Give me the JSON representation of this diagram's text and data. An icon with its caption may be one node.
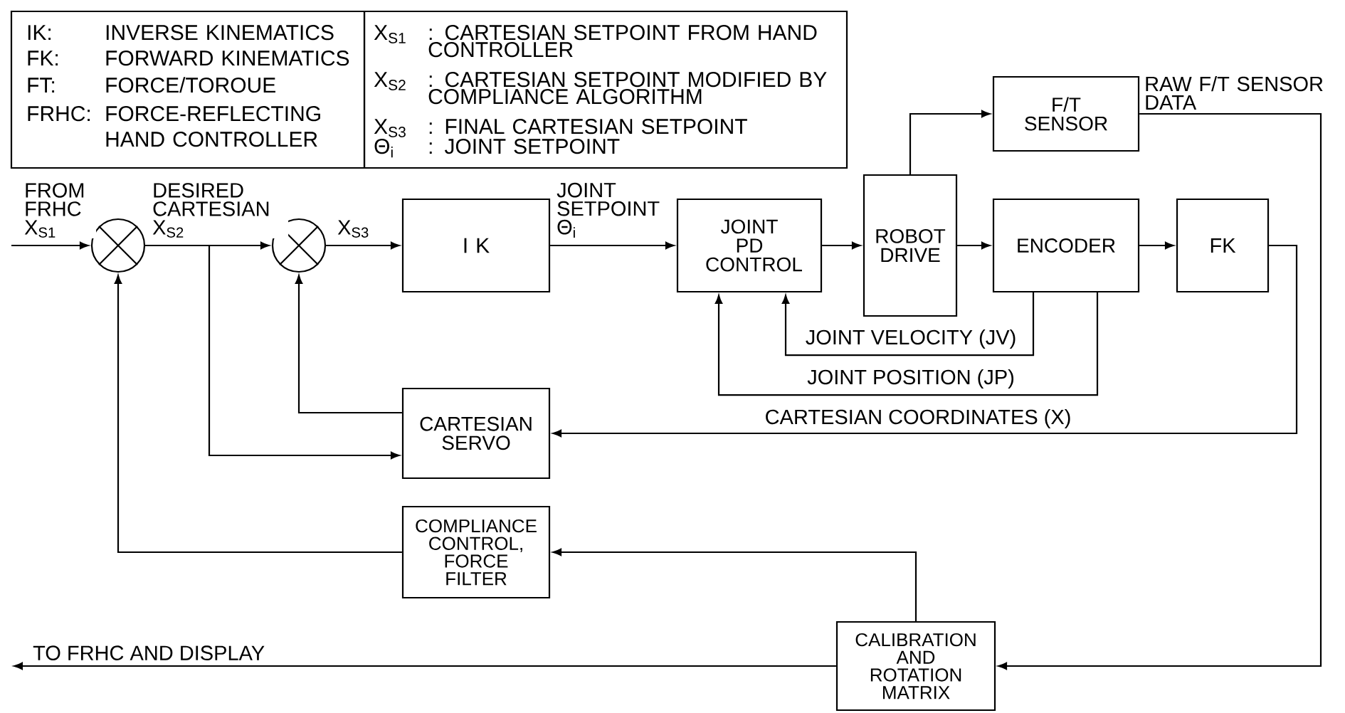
{
  "diagram": {
    "nodes": [
      {
        "text": [
          "IK:",
          "INVERSE KINEMATICS",
          "FK:",
          "FORWARD KINEMATICS",
          "FT:",
          "FORCE/TOROUE",
          "FRHC:",
          "FORCE-REFLECTING HAND CONTROLLER"
        ]
      },
      {
        "text": [
          "X$_{S1}$",
          ": CARTESIAN SETPOINT FROM HAND CONTROLLER",
          "X$_{S2}$",
          ": CARTESIAN SETPOINT MODIFIED BY COMPLIANCE ALGORITHM",
          "X$_{S3}$",
          ": FINAL CARTESIAN SETPOINT",
          "Θ$_{i}$",
          ": JOINT SETPOINT"
        ]
      },
      {
        "text": [],
        "shape": "circle"
      },
      {
        "text": [],
        "shape": "circle"
      },
      {
        "text": [
          "I K"
        ]
      },
      {
        "text": [
          "JOINT PD CONTROL"
        ]
      },
      {
        "text": [
          "ROBOT DRIVE"
        ]
      },
      {
        "text": [
          "F/T SENSOR"
        ]
      },
      {
        "text": [
          "ENCODER"
        ]
      },
      {
        "text": [
          "FK"
        ]
      },
      {
        "text": [
          "CARTESIAN SERVO"
        ]
      },
      {
        "text": [
          "COMPLIANCE CONTROL, FORCE FILTER"
        ]
      },
      {
        "text": [
          "CALIBRATION AND ROTATION MATRIX"
        ]
      }
    ],
    "edges": [
      {
        "from": null,
        "to": 2,
        "arrow": "to",
        "label": "FROM FRHC X$_{S1}$"
      },
      {
        "from": 2,
        "to": 3,
        "arrow": "to",
        "label": "DESIRED CARTESIAN X$_{S2}$"
      },
      {
        "from": 3,
        "to": 4,
        "arrow": "to",
        "label": "X$_{S3}$"
      },
      {
        "from": 4,
        "to": 5,
        "arrow": "to",
        "label": "JOINT SETPOINT Θ$_{i}$"
      },
      {
        "from": 5,
        "to": 6,
        "arrow": "to"
      },
      {
        "from": 6,
        "to": 7,
        "arrow": "to"
      },
      {
        "from": 6,
        "to": 8,
        "arrow": "to"
      },
      {
        "from": 8,
        "to": 9,
        "arrow": "to"
      },
      {
        "from": 8,
        "to": 5,
        "arrow": "to",
        "label": "JOINT VELOCITY (JV)"
      },
      {
        "from": 8,
        "to": 5,
        "arrow": "to",
        "label": "JOINT POSITION (JP)"
      },
      {
        "from": 9,
        "to": 10,
        "arrow": "to",
        "label": "CARTESIAN COORDINATES (X)"
      },
      {
        "from": 2,
        "to": 10,
        "arrow": "to"
      },
      {
        "from": 10,
        "to": 3,
        "arrow": "to"
      },
      {
        "from": 11,
        "to": 2,
        "arrow": "to"
      },
      {
        "from": 12,
        "to": 11,
        "arrow": "to"
      },
      {
        "from": 7,
        "to": 12,
        "arrow": "to",
        "label": "RAW F/T SENSOR DATA"
      },
      {
        "from": 12,
        "to": null,
        "arrow": "to",
        "label": "TO FRHC AND DISPLAY"
      }
    ]
  }
}
